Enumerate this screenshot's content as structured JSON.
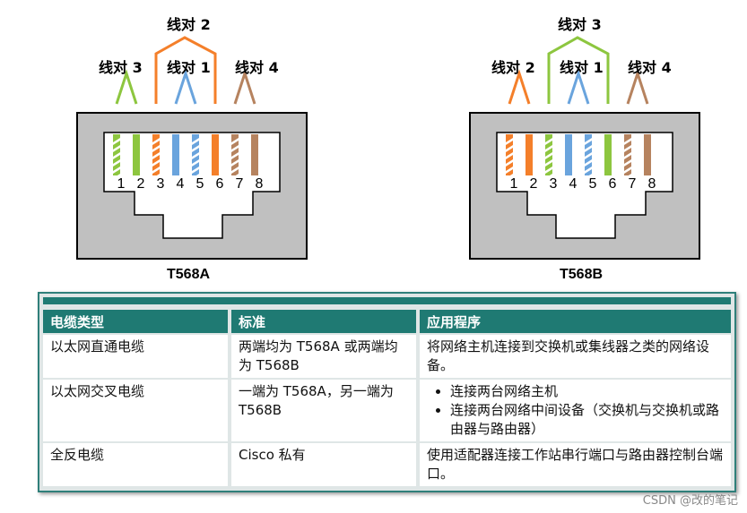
{
  "diagrams": [
    {
      "name": "T568A",
      "label": "T568A",
      "pins": [
        "1",
        "2",
        "3",
        "4",
        "5",
        "6",
        "7",
        "8"
      ],
      "pin_colors": [
        "#8dc63f",
        "#8dc63f",
        "#f47f2a",
        "#6aa4dd",
        "#6aa4dd",
        "#f47f2a",
        "#b6835f",
        "#b6835f"
      ],
      "pin_striped": [
        true,
        false,
        true,
        false,
        true,
        false,
        true,
        false
      ],
      "pairs": [
        {
          "label": "线对 2",
          "color": "#f47f2a"
        },
        {
          "label": "线对 3",
          "color": "#8dc63f"
        },
        {
          "label": "线对 1",
          "color": "#6aa4dd"
        },
        {
          "label": "线对 4",
          "color": "#b6835f"
        }
      ]
    },
    {
      "name": "T568B",
      "label": "T568B",
      "pins": [
        "1",
        "2",
        "3",
        "4",
        "5",
        "6",
        "7",
        "8"
      ],
      "pin_colors": [
        "#f47f2a",
        "#f47f2a",
        "#8dc63f",
        "#6aa4dd",
        "#6aa4dd",
        "#8dc63f",
        "#b6835f",
        "#b6835f"
      ],
      "pin_striped": [
        true,
        false,
        true,
        false,
        true,
        false,
        true,
        false
      ],
      "pairs": [
        {
          "label": "线对 3",
          "color": "#8dc63f"
        },
        {
          "label": "线对 2",
          "color": "#f47f2a"
        },
        {
          "label": "线对 1",
          "color": "#6aa4dd"
        },
        {
          "label": "线对 4",
          "color": "#b6835f"
        }
      ]
    }
  ],
  "table": {
    "headers": [
      "电缆类型",
      "标准",
      "应用程序"
    ],
    "rows": [
      {
        "type": "以太网直通电缆",
        "standard": "两端均为 T568A 或两端均为 T568B",
        "app_text": "将网络主机连接到交换机或集线器之类的网络设备。"
      },
      {
        "type": "以太网交叉电缆",
        "standard": "一端为 T568A，另一端为 T568B",
        "app_items": [
          "连接两台网络主机",
          "连接两台网络中间设备（交换机与交换机或路由器与路由器）"
        ]
      },
      {
        "type": "全反电缆",
        "standard": "Cisco 私有",
        "app_text": "使用适配器连接工作站串行端口与路由器控制台端口。"
      }
    ]
  },
  "watermark": "CSDN @改的笔记"
}
